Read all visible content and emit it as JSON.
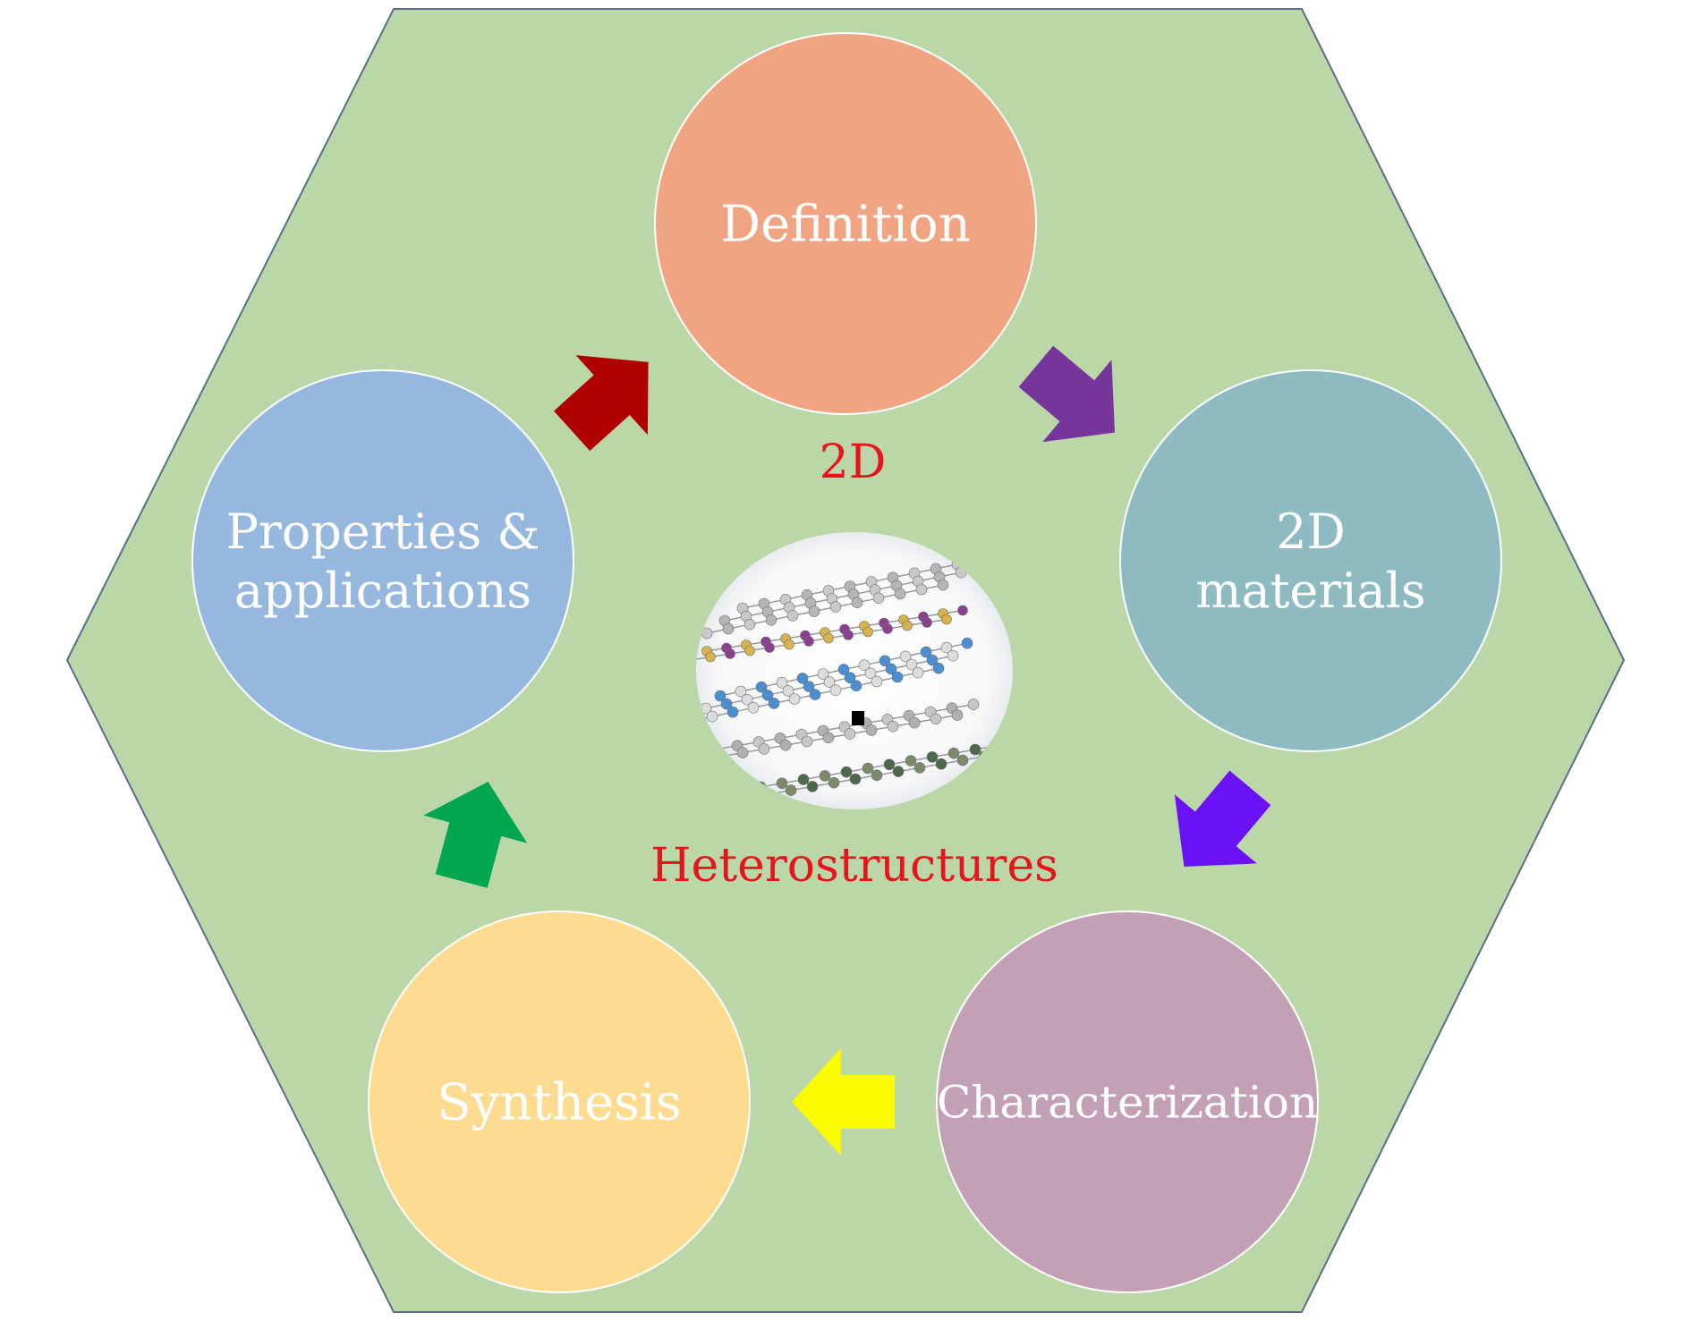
{
  "diagram": {
    "center": {
      "top_label": "2D",
      "bottom_label": "Heterostructures"
    },
    "nodes": [
      {
        "id": "definition",
        "lines": [
          "Definition"
        ],
        "color": "#f0a481"
      },
      {
        "id": "materials",
        "lines": [
          "2D",
          "materials"
        ],
        "color": "#8dbbc1"
      },
      {
        "id": "characterization",
        "lines": [
          "Characterization"
        ],
        "color": "#c3a0b5"
      },
      {
        "id": "synthesis",
        "lines": [
          "Synthesis"
        ],
        "color": "#fddb90"
      },
      {
        "id": "properties",
        "lines": [
          "Properties &",
          "applications"
        ],
        "color": "#97b8de"
      }
    ],
    "arrows": [
      {
        "id": "definition-to-materials",
        "color": "#76359a"
      },
      {
        "id": "materials-to-characterization",
        "color": "#6a11f5"
      },
      {
        "id": "characterization-to-synthesis",
        "color": "#fbfb00"
      },
      {
        "id": "synthesis-to-properties",
        "color": "#00a650"
      },
      {
        "id": "properties-to-definition",
        "color": "#b10000"
      }
    ],
    "colors": {
      "hexagon_fill": "#bbd7a7",
      "hexagon_stroke": "#5a6e8c",
      "center_text": "#e8141b"
    }
  }
}
